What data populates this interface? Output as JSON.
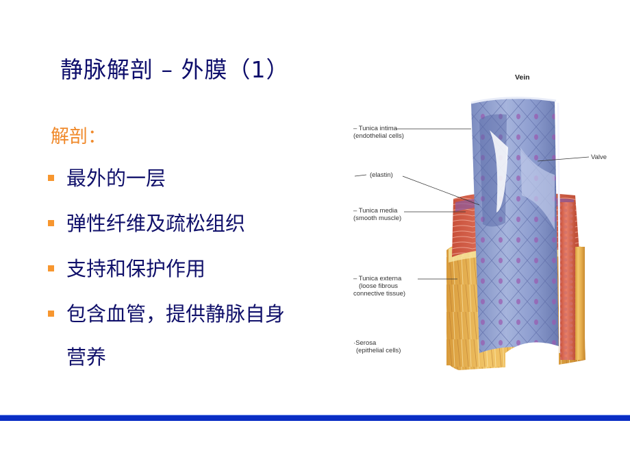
{
  "slide": {
    "title": "静脉解剖 – 外膜（1）",
    "subheading": "解剖：",
    "bullets": [
      {
        "line1": "最外的一层",
        "line2": ""
      },
      {
        "line1": "弹性纤维及疏松组织",
        "line2": ""
      },
      {
        "line1": "支持和保护作用",
        "line2": ""
      },
      {
        "line1": "包含血管，提供静脉自身",
        "line2": "营养"
      }
    ],
    "colors": {
      "title": "#0d0d6b",
      "subheading": "#f08a2c",
      "bullet_marker": "#f7962f",
      "bottom_bar": "#0a2ec4"
    }
  },
  "diagram": {
    "title": "Vein",
    "labels": {
      "intima_1": "– Tunica intima",
      "intima_2": "(endothelial cells)",
      "elastin": "(elastin)",
      "media_1": "– Tunica media",
      "media_2": "(smooth muscle)",
      "externa_1": "– Tunica externa",
      "externa_2": "(loose fibrous",
      "externa_3": "connective tissue)",
      "serosa_1": "·Serosa",
      "serosa_2": "(epithelial cells)",
      "valve": "Valve"
    }
  }
}
